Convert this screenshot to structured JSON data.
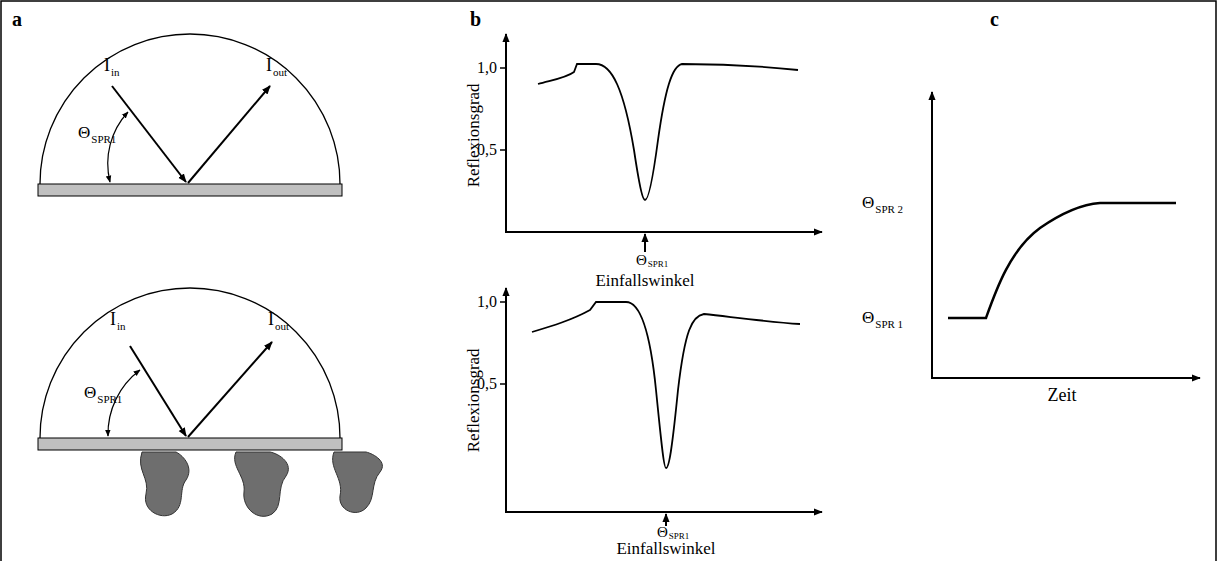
{
  "diagram": {
    "labels": [
      "a",
      "b",
      "c",
      "I",
      "in",
      "I",
      "out",
      "Θ",
      "SPR1",
      "I",
      "in",
      "I",
      "out",
      "Θ",
      "SPR1",
      "1,0",
      "0,5",
      "Reflexionsgrad",
      "Θ",
      "SPR1",
      "Einfallswinkel",
      "1,0",
      "0,5",
      "Reflexionsgrad",
      "Θ",
      "SPR1",
      "Einfallswinkel",
      "Θ",
      "SPR 2",
      "Θ",
      "SPR 1",
      "Zeit"
    ]
  }
}
